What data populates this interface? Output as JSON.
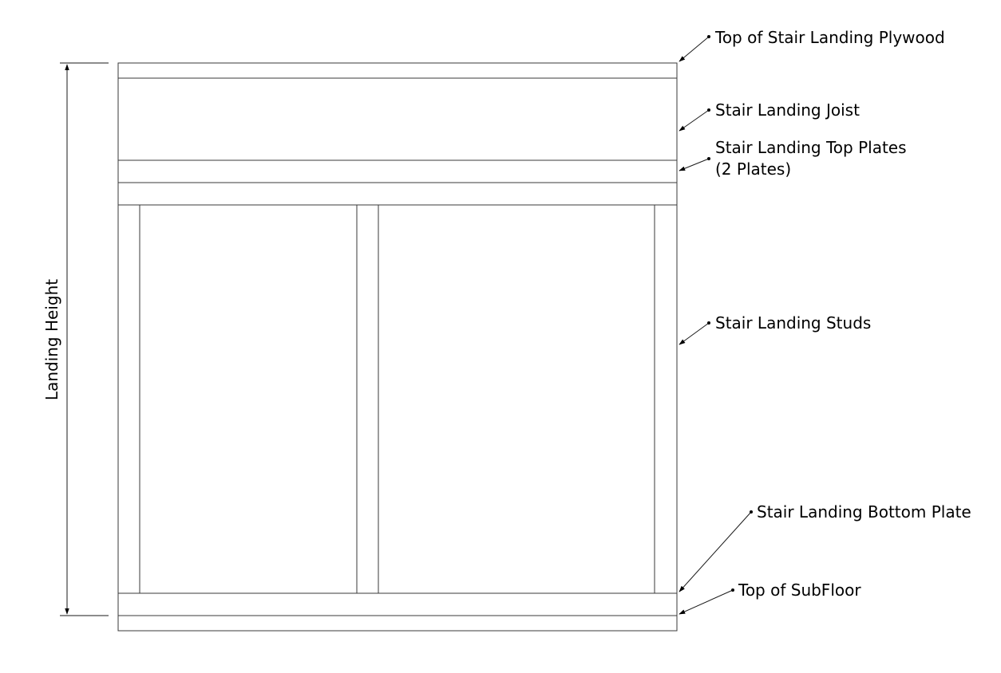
{
  "labels": {
    "plywood": "Top of Stair Landing Plywood",
    "joist": "Stair Landing Joist",
    "top_plates_line1": "Stair Landing Top Plates",
    "top_plates_line2": "(2 Plates)",
    "studs": "Stair Landing Studs",
    "bottom_plate": "Stair Landing Bottom Plate",
    "subfloor": "Top of SubFloor"
  },
  "dimension": {
    "label": "Landing Height"
  },
  "colors": {
    "line": "#3a3a3a",
    "text": "#000000",
    "background": "#ffffff"
  }
}
